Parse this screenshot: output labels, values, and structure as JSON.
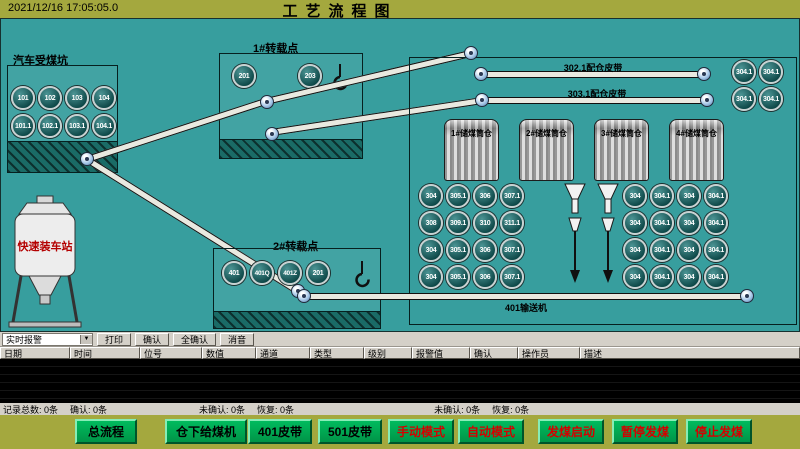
{
  "colors": {
    "diagram_teal": "#379e9e",
    "bar_olive": "#a4a83e",
    "button_green": "#00a551",
    "button_red_text": "#d40000",
    "panel_gray": "#d4d0c8",
    "alarm_body": "#000000"
  },
  "header": {
    "timestamp": "2021/12/16 17:05:05.0",
    "title": "工艺流程图"
  },
  "diagram": {
    "coal_pit": {
      "label": "汽车受煤坑",
      "row1": [
        "101",
        "102",
        "103",
        "104"
      ],
      "row2": [
        "101.1",
        "102.1",
        "103.1",
        "104.1"
      ]
    },
    "transfer1": {
      "label": "1#转载点",
      "devices": [
        "201",
        "203"
      ]
    },
    "transfer2": {
      "label": "2#转载点",
      "devices": [
        "401",
        "401Q",
        "401Z",
        "201"
      ]
    },
    "belts": {
      "belt302_label": "302.1配仓皮带",
      "belt303_label": "303.1配仓皮带",
      "belt401_label": "401输送机"
    },
    "silos": [
      "1#储煤筒仓",
      "2#储煤筒仓",
      "3#储煤筒仓",
      "4#储煤筒仓"
    ],
    "top_right_circles": [
      "304.1",
      "304.1",
      "304.1",
      "304.1"
    ],
    "grid_left": [
      "304",
      "305.1",
      "306",
      "307.1",
      "308",
      "309.1",
      "310",
      "311.1",
      "304",
      "305.1",
      "306",
      "307.1",
      "304",
      "305.1",
      "306",
      "307.1"
    ],
    "grid_right": [
      "304",
      "304.1",
      "304",
      "304.1",
      "304",
      "304.1",
      "304",
      "304.1",
      "304",
      "304.1",
      "304",
      "304.1",
      "304",
      "304.1",
      "304",
      "304.1"
    ],
    "loading_station": {
      "label": "快速装车站"
    }
  },
  "alarm": {
    "selector_value": "实时报警",
    "toolbar_buttons": [
      "打印",
      "确认",
      "全确认",
      "消音"
    ],
    "columns": [
      "日期",
      "时间",
      "位号",
      "数值",
      "通道",
      "类型",
      "级别",
      "报警值",
      "确认",
      "操作员",
      "描述"
    ],
    "stats": [
      "记录总数: 0条",
      "确认: 0条",
      "未确认: 0条",
      "恢复: 0条",
      "未确认: 0条",
      "恢复: 0条"
    ]
  },
  "footer": {
    "buttons": [
      {
        "label": "总流程",
        "text_color": "#000000"
      },
      {
        "label": "仓下给煤机",
        "text_color": "#000000"
      },
      {
        "label": "401皮带",
        "text_color": "#000000"
      },
      {
        "label": "501皮带",
        "text_color": "#000000"
      },
      {
        "label": "手动模式",
        "text_color": "#d40000"
      },
      {
        "label": "自动模式",
        "text_color": "#d40000"
      },
      {
        "label": "发煤启动",
        "text_color": "#d40000"
      },
      {
        "label": "暂停发煤",
        "text_color": "#d40000"
      },
      {
        "label": "停止发煤",
        "text_color": "#d40000"
      }
    ]
  }
}
